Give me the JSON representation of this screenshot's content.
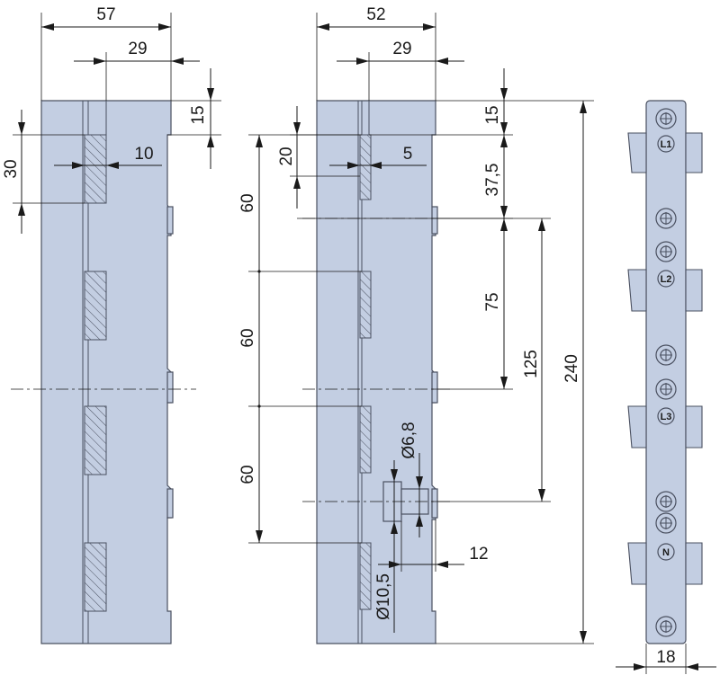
{
  "views": {
    "left": {
      "dims": {
        "width_overall": "57",
        "offset_29": "29",
        "top_15": "15",
        "slot_30": "30",
        "slot_width_10": "10"
      }
    },
    "middle": {
      "dims": {
        "width_overall": "52",
        "offset_29": "29",
        "top_15": "15",
        "slot_20": "20",
        "slot_width_5": "5",
        "first_37_5": "37,5",
        "pitch_75": "75",
        "pitch_125": "125",
        "height_240": "240",
        "pitch_60_a": "60",
        "pitch_60_b": "60",
        "pitch_60_c": "60",
        "dia_6_8": "Ø6,8",
        "dia_10_5": "Ø10,5",
        "depth_12": "12"
      }
    },
    "right": {
      "dims": {
        "width_18": "18"
      },
      "labels": [
        "L1",
        "L2",
        "L3",
        "N"
      ]
    }
  }
}
